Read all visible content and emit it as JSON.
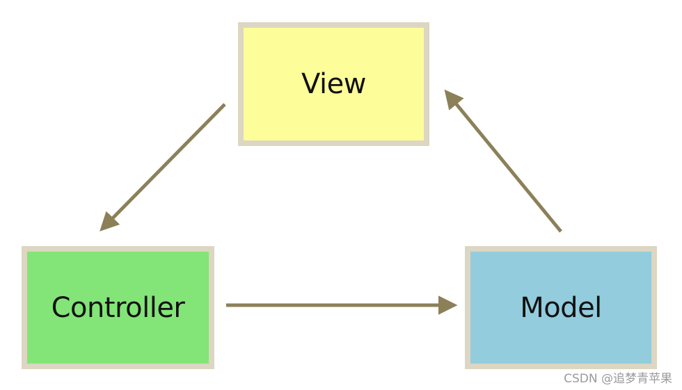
{
  "nodes": {
    "view": {
      "label": "View",
      "color": "#fdfd99"
    },
    "controller": {
      "label": "Controller",
      "color": "#83e477"
    },
    "model": {
      "label": "Model",
      "color": "#92ccdd"
    }
  },
  "edges": [
    {
      "from": "view",
      "to": "controller"
    },
    {
      "from": "controller",
      "to": "model"
    },
    {
      "from": "model",
      "to": "view"
    }
  ],
  "style": {
    "border_color": "#dcd6c2",
    "arrow_color": "#8c8059"
  },
  "watermark": "CSDN @追梦青苹果"
}
